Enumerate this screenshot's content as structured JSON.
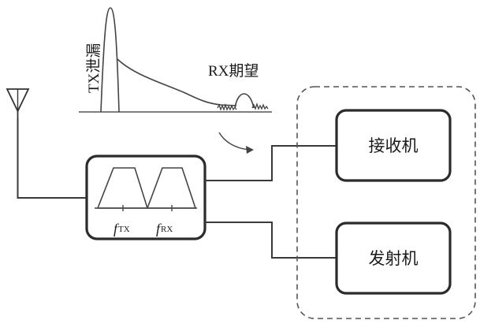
{
  "labels": {
    "tx_leak": "TX泄漏",
    "rx_desired": "RX期望",
    "f": "f",
    "tx_sub": "TX",
    "rx_sub": "RX"
  },
  "blocks": {
    "receiver": "接收机",
    "transmitter": "发射机"
  }
}
